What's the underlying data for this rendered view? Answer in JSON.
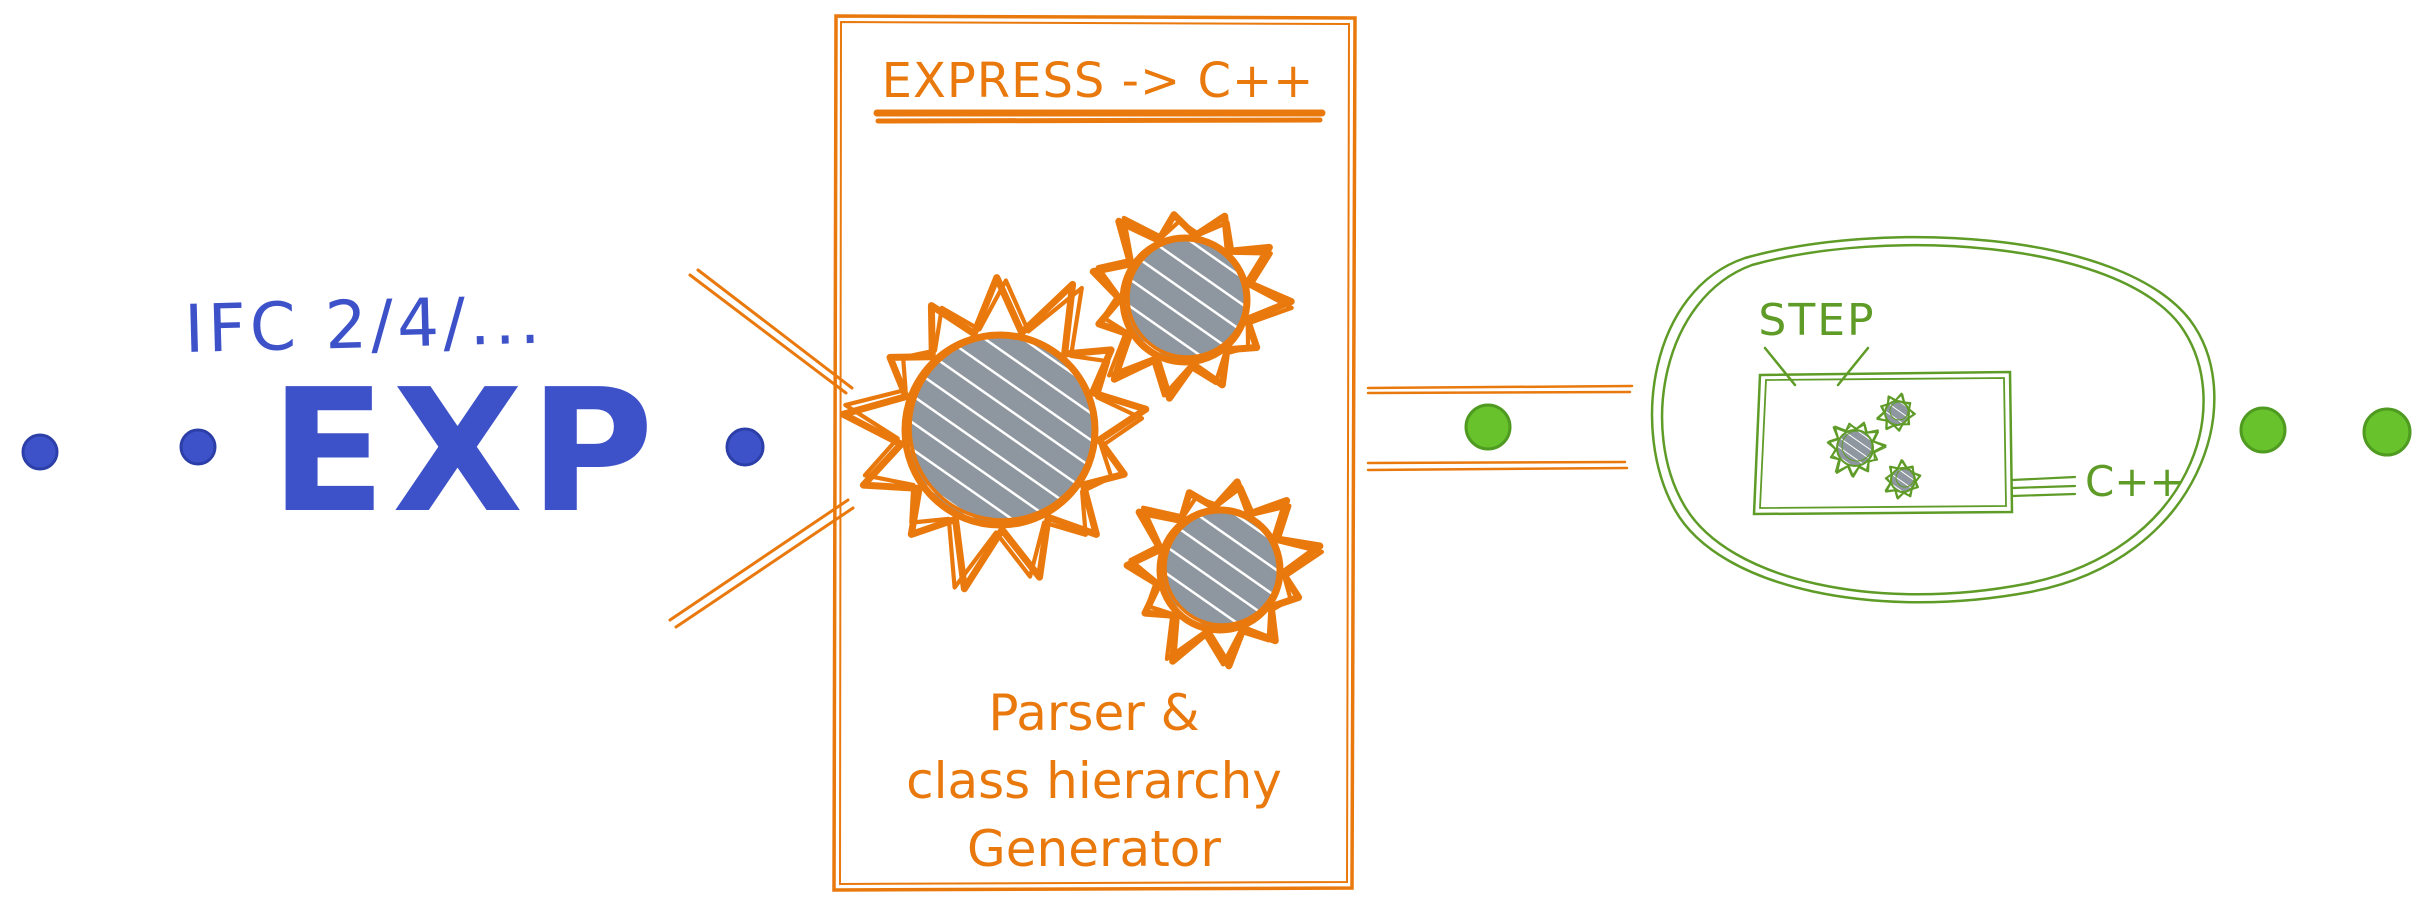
{
  "colors": {
    "blue": "#3d52c9",
    "orange": "#e9790d",
    "gear_fill": "#8e969f",
    "gear_hatch": "#5f666e",
    "green": "#5e9b27",
    "green_dot": "#67c22c",
    "white": "#ffffff"
  },
  "input": {
    "versions_label": "IFC 2/4/...",
    "format_label": "EXP"
  },
  "generator": {
    "title": "EXPRESS -> C++",
    "caption_line1": "Parser &",
    "caption_line2": "class hierarchy",
    "caption_line3": "Generator"
  },
  "output": {
    "step_label": "STEP",
    "cpp_label": "C++"
  },
  "icons": {
    "gear": "gear-icon",
    "dot": "dot-icon"
  }
}
